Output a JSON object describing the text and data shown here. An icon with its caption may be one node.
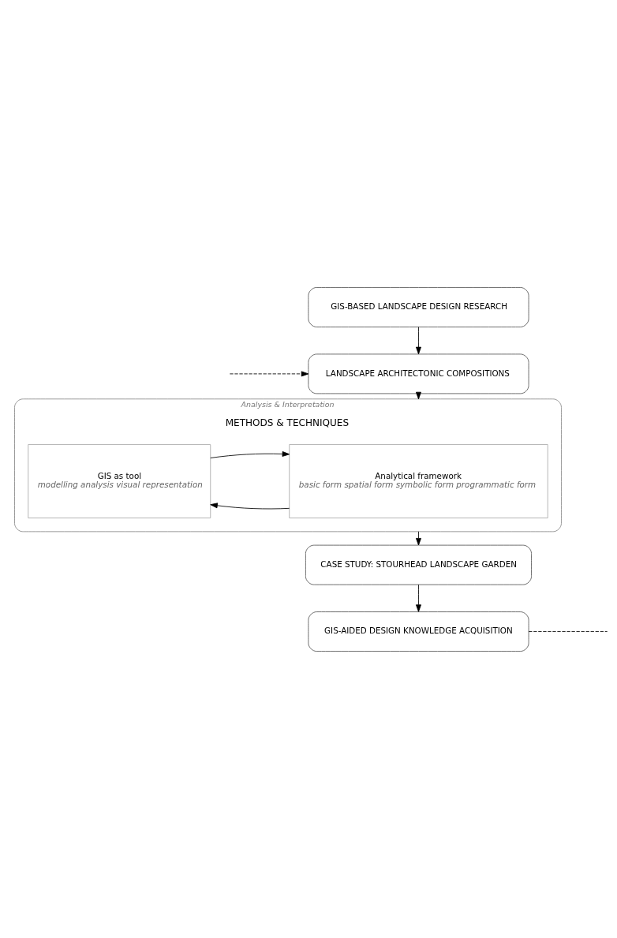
{
  "diagram": {
    "nodes": [
      {
        "text": [
          "GIS-BASED LANDSCAPE DESIGN RESEARCH"
        ]
      },
      {
        "text": [
          "LANDSCAPE ARCHITECTONIC COMPOSITIONS"
        ]
      },
      {
        "text": [
          "Analysis & Interpretation",
          "METHODS & TECHNIQUES"
        ]
      },
      {
        "text": [
          "Analytical framework",
          "basic form spatial form symbolic form programmatic form"
        ],
        "in": 2
      },
      {
        "text": [
          "GIS as tool",
          "modelling analysis visual representation"
        ],
        "in": 2
      },
      {
        "text": [
          "CASE STUDY: STOURHEAD LANDSCAPE GARDEN"
        ]
      },
      {
        "text": [
          "GIS-AIDED DESIGN KNOWLEDGE ACQUISITION"
        ]
      }
    ],
    "edges": [
      {
        "from": 0,
        "to": 1,
        "arrow": "to"
      },
      {
        "from": 1,
        "to": 2,
        "arrow": "to"
      },
      {
        "from": 3,
        "to": 4,
        "arrow": "to"
      },
      {
        "from": 4,
        "to": 3,
        "arrow": "to"
      },
      {
        "from": 2,
        "to": 5,
        "arrow": "to"
      },
      {
        "from": 5,
        "to": 6,
        "arrow": "to"
      },
      {
        "from": null,
        "to": 1,
        "arrow": "to",
        "style": "dashed"
      },
      {
        "from": 6,
        "to": null,
        "arrow": "none",
        "style": "dashed"
      }
    ]
  }
}
